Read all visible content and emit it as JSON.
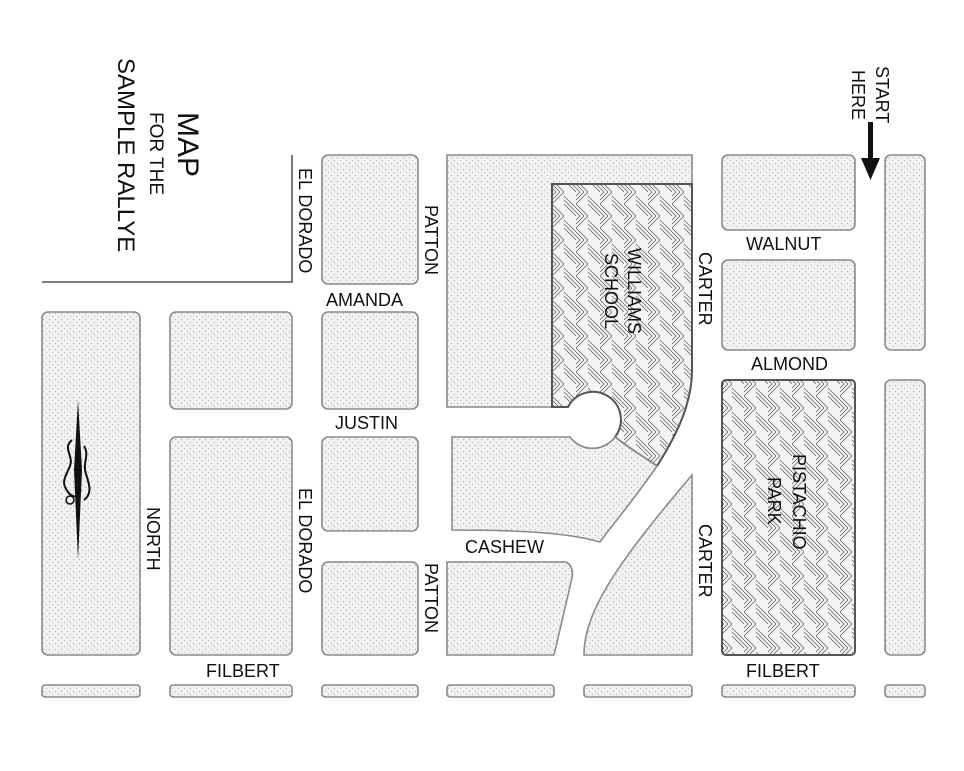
{
  "title": {
    "main": "MAP",
    "sub": "FOR THE",
    "name": "SAMPLE RALLYE"
  },
  "start": {
    "line1": "START",
    "line2": "HERE"
  },
  "streets": {
    "el_dorado_top": "EL DORADO",
    "patton_top": "PATTON",
    "amanda": "AMANDA",
    "walnut": "WALNUT",
    "carter_top": "CARTER",
    "almond": "ALMOND",
    "justin": "JUSTIN",
    "north": "NORTH",
    "el_dorado_bottom": "EL DORADO",
    "cashew": "CASHEW",
    "patton_bottom": "PATTON",
    "carter_bottom": "CARTER",
    "filbert_left": "FILBERT",
    "filbert_right": "FILBERT"
  },
  "places": {
    "school_line1": "WILLIAMS",
    "school_line2": "SCHOOL",
    "park_line1": "PISTACHIO",
    "park_line2": "PARK"
  },
  "icons": {
    "compass": "north-arrow-icon",
    "start_arrow": "arrow-down-icon"
  },
  "colors": {
    "block_fill": "#e9e9e9",
    "outline": "#8a8a8a",
    "text": "#111111"
  }
}
